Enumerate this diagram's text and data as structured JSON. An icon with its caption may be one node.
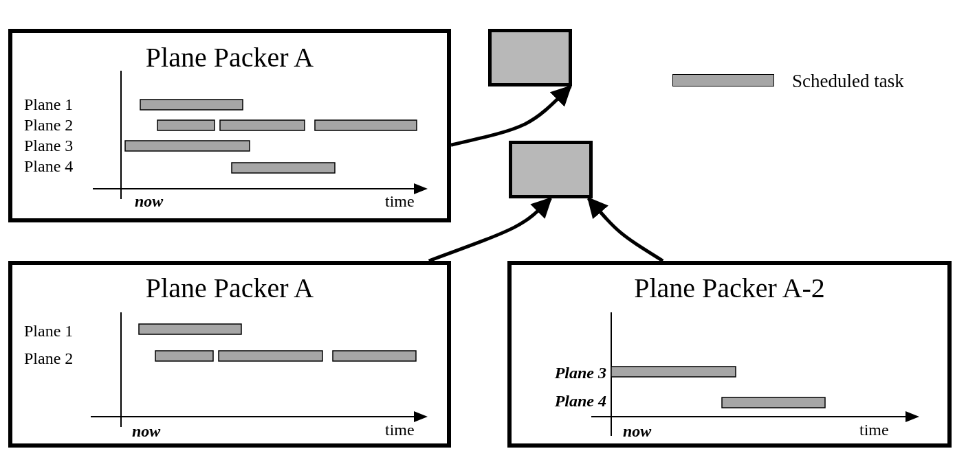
{
  "diagram": {
    "nodes": [
      {
        "text": [
          "Plane Packer A"
        ]
      },
      {
        "text": [],
        "shape": "box"
      },
      {
        "text": [],
        "shape": "box"
      },
      {
        "text": [
          "Plane Packer A"
        ]
      },
      {
        "text": [
          "Plane Packer A-2"
        ]
      }
    ],
    "edges": [
      {
        "from": 0,
        "to": 1,
        "arrow": "to"
      },
      {
        "from": 3,
        "to": 2,
        "arrow": "to"
      },
      {
        "from": 4,
        "to": 2,
        "arrow": "to"
      }
    ],
    "labels": [
      "Plane 1",
      "Plane 2",
      "Plane 3",
      "Plane 4",
      "now",
      "time",
      "Plane 1",
      "Plane 2",
      "now",
      "time",
      "Plane 3",
      "Plane 4",
      "now",
      "time"
    ],
    "legend": [
      {
        "text": "Scheduled task",
        "color": "#a6a6a6"
      }
    ]
  }
}
